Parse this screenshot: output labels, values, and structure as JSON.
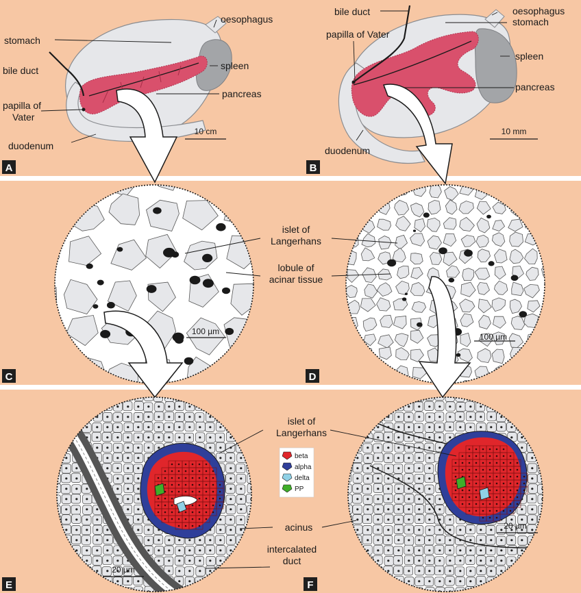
{
  "colors": {
    "background": "#f7c7a4",
    "organ_gray": "#e6e7ea",
    "spleen": "#a3a5a8",
    "pancreas": "#d9506c",
    "beta": "#e0262b",
    "alpha": "#2f3f9a",
    "delta": "#8fd1e6",
    "pp": "#3fae2a"
  },
  "panels": {
    "A": {
      "badge": "A",
      "labels": {
        "stomach": "stomach",
        "oesophagus": "oesophagus",
        "bile_duct": "bile duct",
        "spleen": "spleen",
        "pancreas": "pancreas",
        "papilla_1": "papilla of",
        "papilla_2": "Vater",
        "duodenum": "duodenum"
      },
      "scale": "10 cm"
    },
    "B": {
      "badge": "B",
      "labels": {
        "bile_duct": "bile duct",
        "oesophagus": "oesophagus",
        "papilla": "papilla of Vater",
        "stomach": "stomach",
        "spleen": "spleen",
        "pancreas": "pancreas",
        "duodenum": "duodenum"
      },
      "scale": "10 mm"
    },
    "C": {
      "badge": "C",
      "scale": "100 µm"
    },
    "D": {
      "badge": "D",
      "scale": "100 µm"
    },
    "CD_labels": {
      "islet_1": "islet of",
      "islet_2": "Langerhans",
      "lobule_1": "lobule of",
      "lobule_2": "acinar tissue"
    },
    "E": {
      "badge": "E",
      "scale": "20 µm"
    },
    "F": {
      "badge": "F",
      "scale": "20 µm"
    },
    "EF_labels": {
      "islet_1": "islet of",
      "islet_2": "Langerhans",
      "acinus": "acinus",
      "duct_1": "intercalated",
      "duct_2": "duct"
    }
  },
  "legend": [
    {
      "label": "beta",
      "color": "#e0262b"
    },
    {
      "label": "alpha",
      "color": "#2f3f9a"
    },
    {
      "label": "delta",
      "color": "#8fd1e6"
    },
    {
      "label": "PP",
      "color": "#3fae2a"
    }
  ]
}
